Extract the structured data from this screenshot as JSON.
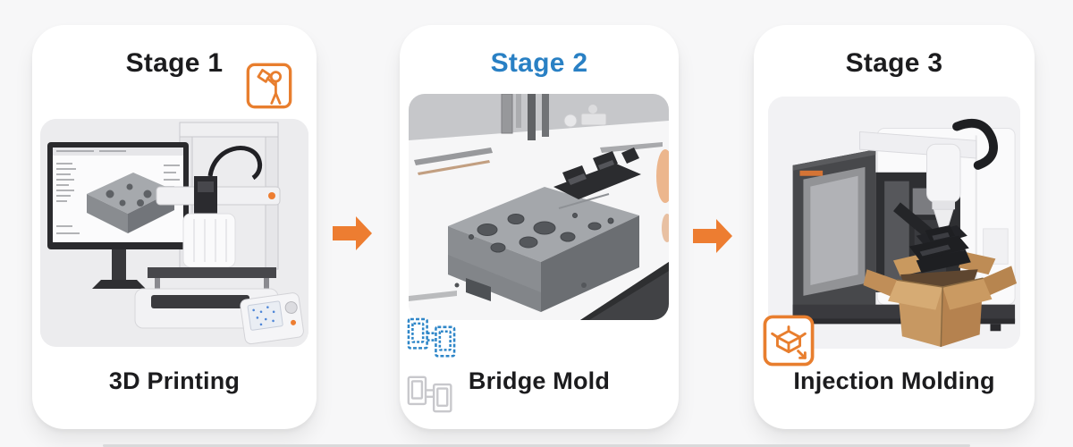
{
  "stages": [
    {
      "title": "Stage 1",
      "title_color": "#1C1C1E",
      "label": "3D Printing",
      "corner_icon": "person-presenting-icon",
      "image_description": "Desktop 3D printer printing a white mold part; monitor beside it shows CAD model of a mold block; small control panel with blue dotted screen"
    },
    {
      "title": "Stage 2",
      "title_color": "#2980C4",
      "label": "Bridge Mold",
      "side_icons": [
        "mold-halves-blue-icon",
        "mold-halves-gray-icon"
      ],
      "image_description": "Machined steel bridge mold block with circular cavities and a dark molded bracket on top, lying on a white workbench with metal rods"
    },
    {
      "title": "Stage 3",
      "title_color": "#1C1C1E",
      "label": "Injection Molding",
      "corner_icon": "open-box-arrow-icon",
      "image_description": "Injection molding machine with open cardboard box full of black molded parts in front"
    }
  ],
  "arrows": {
    "count": 2,
    "direction": "right",
    "color": "#ED7D31"
  },
  "colors": {
    "accent_orange": "#ED7D31",
    "accent_blue": "#2980C4",
    "icon_gray": "#C8C8CC",
    "text_dark": "#1C1C1E",
    "card_background": "#FFFFFF",
    "page_background": "#F7F7F8"
  }
}
